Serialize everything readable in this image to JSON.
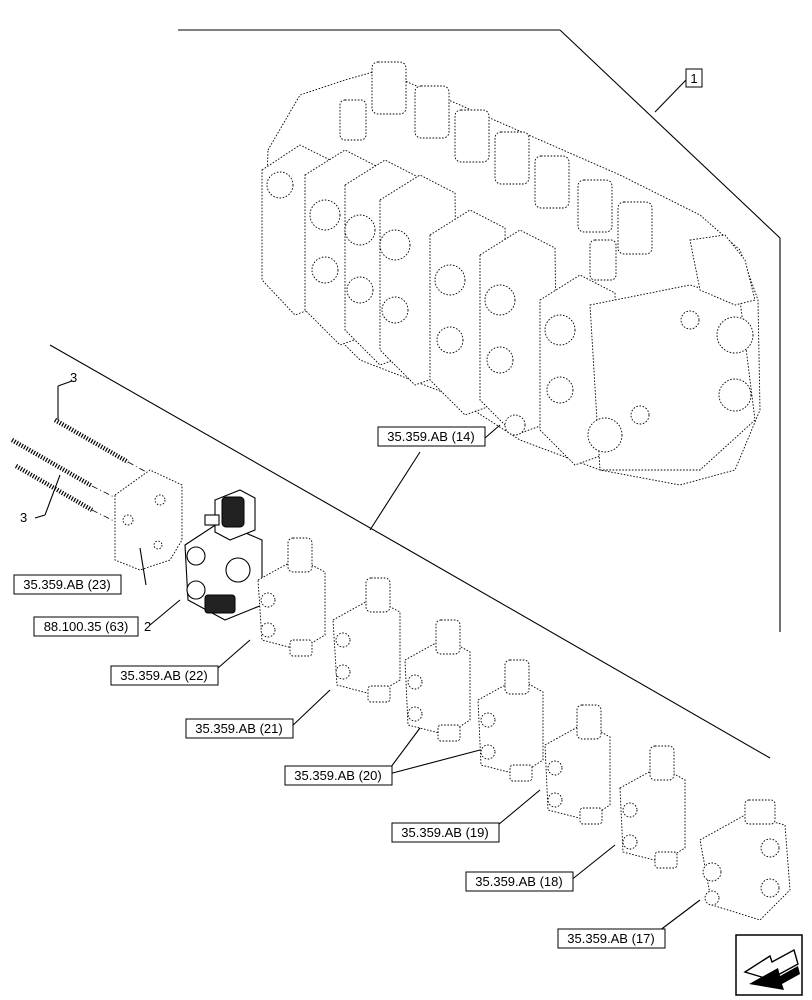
{
  "callouts": {
    "item_1": "1",
    "item_2": "2",
    "item_3_top": "3",
    "item_3_bottom": "3"
  },
  "references": {
    "ref_14": "35.359.AB (14)",
    "ref_23": "35.359.AB (23)",
    "ref_63": "88.100.35 (63)",
    "ref_22": "35.359.AB (22)",
    "ref_21": "35.359.AB (21)",
    "ref_20": "35.359.AB (20)",
    "ref_19": "35.359.AB (19)",
    "ref_18": "35.359.AB (18)",
    "ref_17": "35.359.AB (17)"
  },
  "icons": {
    "nav_arrow": "arrow-left-down-icon"
  }
}
